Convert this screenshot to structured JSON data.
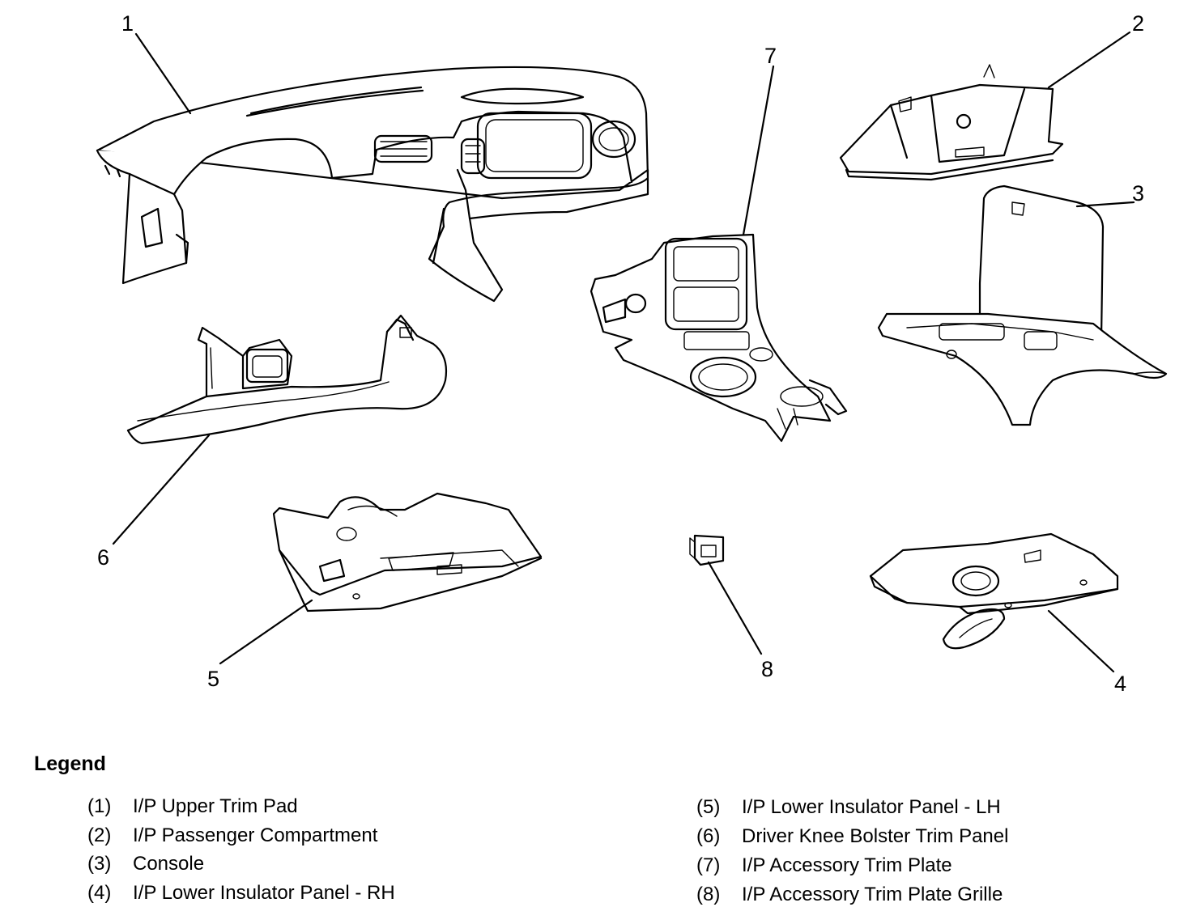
{
  "callouts": [
    "1",
    "2",
    "3",
    "4",
    "5",
    "6",
    "7",
    "8"
  ],
  "legend": {
    "title": "Legend",
    "items": [
      {
        "num": "(1)",
        "label": "I/P Upper Trim Pad"
      },
      {
        "num": "(2)",
        "label": "I/P Passenger Compartment"
      },
      {
        "num": "(3)",
        "label": "Console"
      },
      {
        "num": "(4)",
        "label": "I/P Lower Insulator Panel - RH"
      },
      {
        "num": "(5)",
        "label": "I/P Lower Insulator Panel - LH"
      },
      {
        "num": "(6)",
        "label": "Driver Knee Bolster Trim Panel"
      },
      {
        "num": "(7)",
        "label": "I/P Accessory Trim Plate"
      },
      {
        "num": "(8)",
        "label": "I/P Accessory Trim Plate Grille"
      }
    ]
  }
}
